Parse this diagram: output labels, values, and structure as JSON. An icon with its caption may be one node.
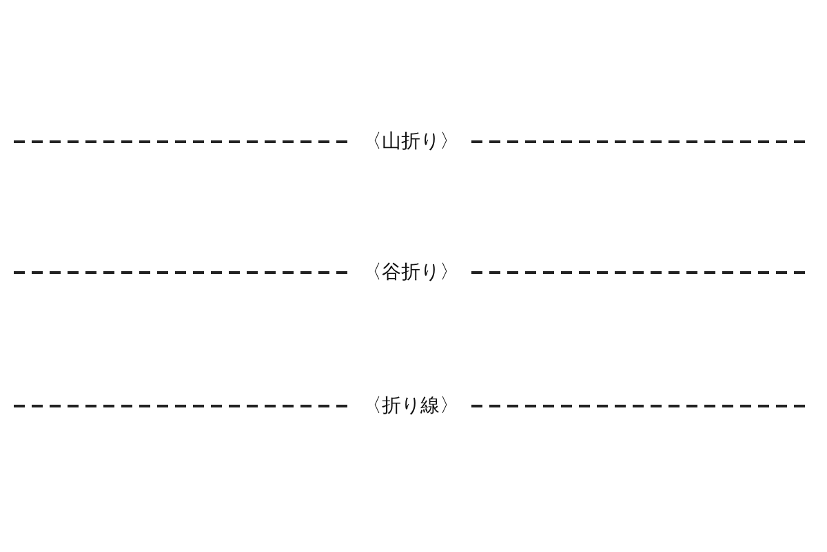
{
  "diagram": {
    "labels": [
      "〈山折り〉",
      "〈谷折り〉",
      "〈折り線〉"
    ]
  }
}
